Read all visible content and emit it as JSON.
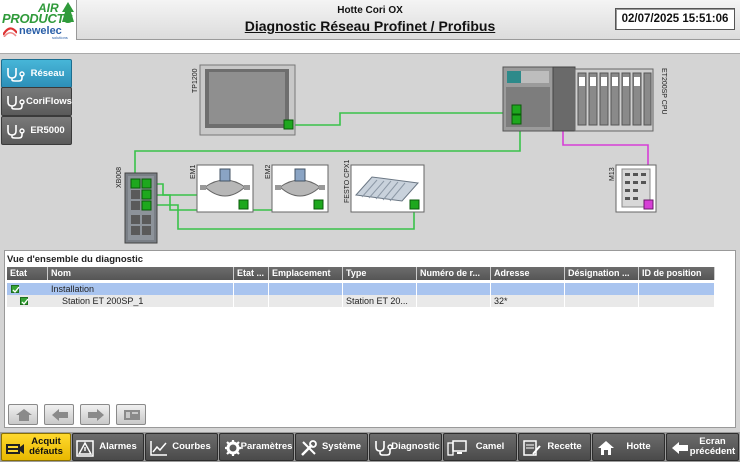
{
  "header": {
    "subtitle": "Hotte Cori OX",
    "title": "Diagnostic Réseau Profinet / Profibus",
    "datetime": "02/07/2025 15:51:06"
  },
  "logo": {
    "air_line": "AIR",
    "products_line": "PRODUCTS",
    "newelec": "newelec",
    "newelec_sub": "solutions"
  },
  "nav": [
    {
      "label": "Réseau",
      "icon": "stethoscope-icon",
      "active": true
    },
    {
      "label": "CoriFlows",
      "icon": "stethoscope-icon",
      "active": false
    },
    {
      "label": "ER5000",
      "icon": "stethoscope-icon",
      "active": false
    }
  ],
  "network": {
    "devices": {
      "tp1200": "TP1200",
      "et200sp": "ET200SP CPU",
      "xb008": "XB008",
      "em1": "EM1",
      "em2": "EM2",
      "festo": "FESTO CPX1",
      "m13": "M13"
    },
    "colors": {
      "profinet": "#39c24a",
      "profibus": "#d63fd6",
      "port": "#1ea81e"
    }
  },
  "diagnostic": {
    "title": "Vue d'ensemble du diagnostic",
    "columns": [
      "Etat",
      "Nom",
      "Etat ...",
      "Emplacement",
      "Type",
      "Numéro de r...",
      "Adresse",
      "Désignation ...",
      "ID de position"
    ],
    "rows": [
      {
        "name": "Installation",
        "etat2": "",
        "emplacement": "",
        "type": "",
        "numero": "",
        "adresse": "",
        "designation": "",
        "id": ""
      },
      {
        "name": "Station ET 200SP_1",
        "etat2": "",
        "emplacement": "",
        "type": "Station ET 20...",
        "numero": "",
        "adresse": "32*",
        "designation": "",
        "id": ""
      }
    ]
  },
  "bottom": [
    {
      "label": "Acquit défauts",
      "icon": "acknowledge-icon"
    },
    {
      "label": "Alarmes",
      "icon": "warning-icon"
    },
    {
      "label": "Courbes",
      "icon": "chart-icon"
    },
    {
      "label": "Paramètres",
      "icon": "gear-icon"
    },
    {
      "label": "Système",
      "icon": "tools-icon"
    },
    {
      "label": "Diagnostic",
      "icon": "stethoscope-icon"
    },
    {
      "label": "Camel",
      "icon": "computer-icon"
    },
    {
      "label": "Recette",
      "icon": "recipe-icon"
    },
    {
      "label": "Hotte",
      "icon": "home-icon"
    },
    {
      "label": "Ecran précédent",
      "icon": "back-arrow-icon"
    }
  ]
}
